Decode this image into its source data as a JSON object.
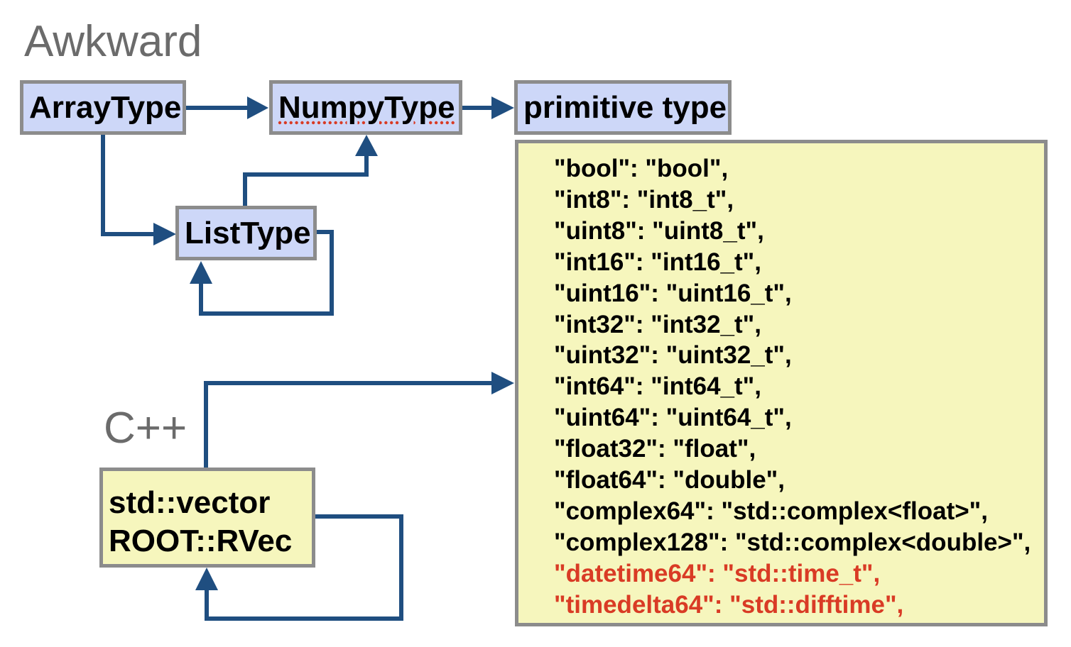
{
  "awkward": {
    "title": "Awkward",
    "nodes": {
      "array_type": "ArrayType",
      "numpy_type": "NumpyType",
      "primitive_type": "primitive type",
      "list_type": "ListType"
    }
  },
  "cpp": {
    "title": "C++",
    "node_lines": [
      "std::vector",
      "ROOT::RVec"
    ]
  },
  "type_map": [
    {
      "text": "\"bool\": \"bool\",",
      "highlight": false
    },
    {
      "text": "\"int8\": \"int8_t\",",
      "highlight": false
    },
    {
      "text": "\"uint8\": \"uint8_t\",",
      "highlight": false
    },
    {
      "text": "\"int16\": \"int16_t\",",
      "highlight": false
    },
    {
      "text": "\"uint16\": \"uint16_t\",",
      "highlight": false
    },
    {
      "text": "\"int32\": \"int32_t\",",
      "highlight": false
    },
    {
      "text": "\"uint32\": \"uint32_t\",",
      "highlight": false
    },
    {
      "text": "\"int64\": \"int64_t\",",
      "highlight": false
    },
    {
      "text": "\"uint64\": \"uint64_t\",",
      "highlight": false
    },
    {
      "text": "\"float32\": \"float\",",
      "highlight": false
    },
    {
      "text": "\"float64\": \"double\",",
      "highlight": false
    },
    {
      "text": "\"complex64\": \"std::complex<float>\",",
      "highlight": false
    },
    {
      "text": "\"complex128\": \"std::complex<double>\",",
      "highlight": false
    },
    {
      "text": "\"datetime64\": \"std::time_t\",",
      "highlight": true
    },
    {
      "text": "\"timedelta64\": \"std::difftime\",",
      "highlight": true
    }
  ],
  "colors": {
    "edge": "#1f4e80",
    "node_border": "#8c8c8c",
    "awkward_fill": "#cdd7f8",
    "cpp_fill": "#f6f6bd",
    "highlight_text": "#d93b25",
    "section_title": "#6b6b6b"
  },
  "edges": [
    {
      "from": "array_type",
      "to": "numpy_type"
    },
    {
      "from": "numpy_type",
      "to": "primitive_type"
    },
    {
      "from": "array_type",
      "to": "list_type"
    },
    {
      "from": "list_type",
      "to": "numpy_type"
    },
    {
      "from": "list_type",
      "to": "list_type"
    },
    {
      "from": "cpp_node",
      "to": "type_map"
    },
    {
      "from": "cpp_node",
      "to": "cpp_node"
    }
  ]
}
